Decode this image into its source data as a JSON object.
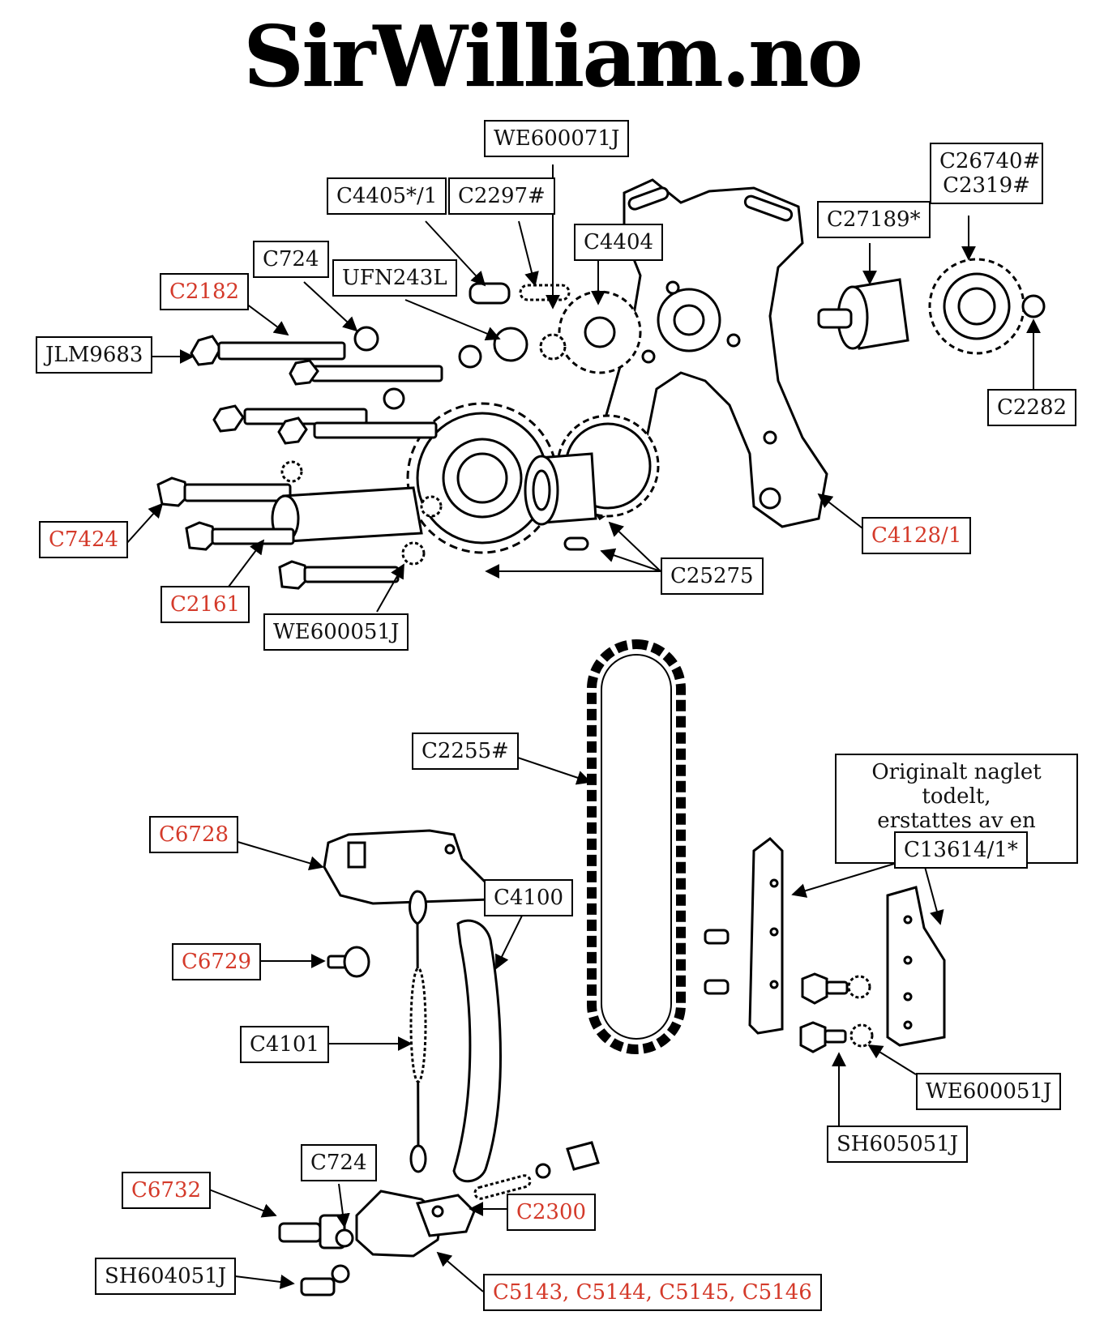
{
  "title": "SirWilliam.no",
  "colors": {
    "label_black": "#111111",
    "label_red": "#d43a2a",
    "drawing": "#000000"
  },
  "labels": {
    "we600071j": "WE600071J",
    "c4405": "C4405*/1",
    "c2297": "C2297#",
    "c26740": "C26740#",
    "c2319": "C2319#",
    "c27189": "C27189*",
    "c4404": "C4404",
    "c724_top": "C724",
    "c2182": "C2182",
    "ufn243l": "UFN243L",
    "jlm9683": "JLM9683",
    "c2282": "C2282",
    "c7424": "C7424",
    "c4128": "C4128/1",
    "c25275": "C25275",
    "c2161": "C2161",
    "we600051j_top": "WE600051J",
    "c2255": "C2255#",
    "note_line1": "Originalt naglet todelt,",
    "note_line2": "erstattes av en enhet",
    "c6728": "C6728",
    "c13614": "C13614/1*",
    "c4100": "C4100",
    "c6729": "C6729",
    "c4101": "C4101",
    "we600051j_bottom": "WE600051J",
    "sh605051j": "SH605051J",
    "c724_bottom": "C724",
    "c6732": "C6732",
    "c2300": "C2300",
    "sh604051j": "SH604051J",
    "c5143": "C5143, C5144, C5145, C5146"
  }
}
